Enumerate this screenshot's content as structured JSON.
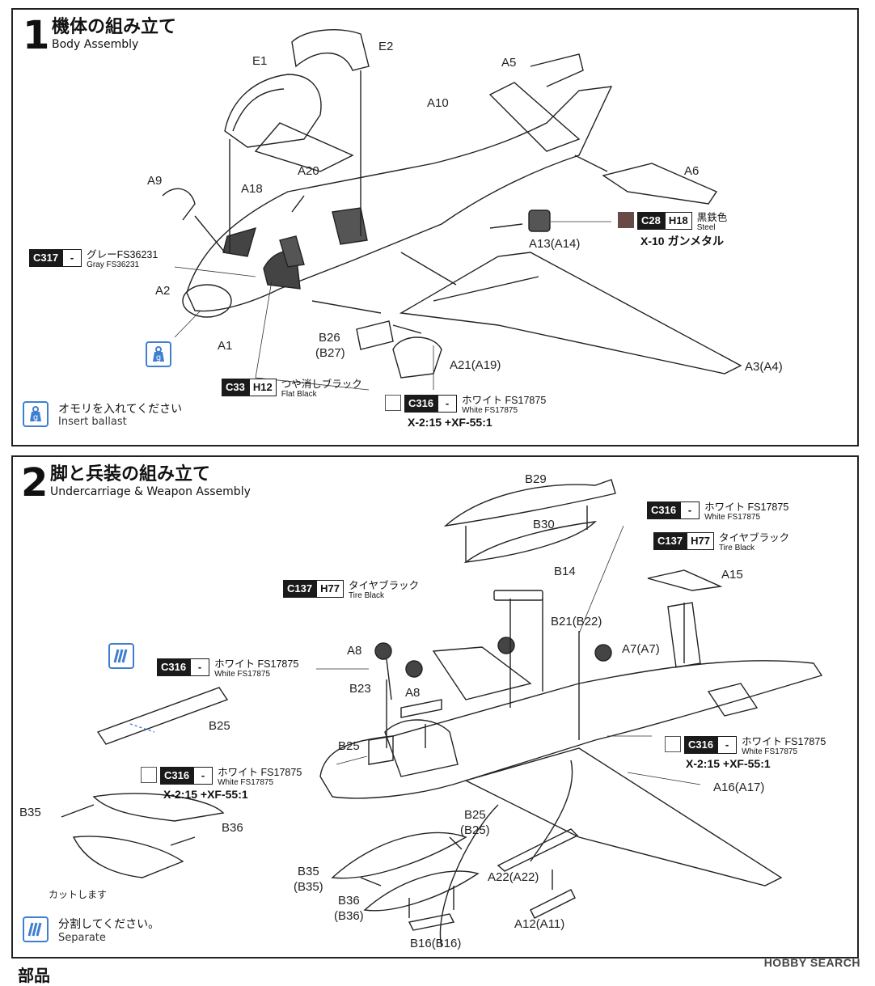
{
  "step1": {
    "number": "1",
    "title_jp": "機体の組み立て",
    "title_en": "Body Assembly",
    "parts": {
      "E1": "E1",
      "E2": "E2",
      "A5": "A5",
      "A10": "A10",
      "A20": "A20",
      "A18": "A18",
      "A9": "A9",
      "A6": "A6",
      "A13": "A13(A14)",
      "A2": "A2",
      "A1": "A1",
      "B26": "B26",
      "B27": "(B27)",
      "A21": "A21(A19)",
      "A3": "A3(A4)"
    },
    "paints": [
      {
        "code": "C317",
        "code2": "-",
        "name_jp": "グレーFS36231",
        "name_en": "Gray FS36231",
        "swatch": "#c8c9c4"
      },
      {
        "code": "C28",
        "code2": "H18",
        "name_jp": "黒鉄色",
        "name_en": "Steel",
        "swatch": "#6b4a46",
        "mix": "X-10 ガンメタル"
      },
      {
        "code": "C33",
        "code2": "H12",
        "name_jp": "つや消しブラック",
        "name_en": "Flat Black",
        "swatch": "#222222"
      },
      {
        "code": "C316",
        "code2": "-",
        "name_jp": "ホワイト FS17875",
        "name_en": "White FS17875",
        "swatch": "#ffffff",
        "mix": "X-2:15 +XF-55:1"
      }
    ],
    "note_jp": "オモリを入れてください",
    "note_en": "Insert ballast",
    "ballast_glyph": "g"
  },
  "step2": {
    "number": "2",
    "title_jp": "脚と兵装の組み立て",
    "title_en": "Undercarriage & Weapon Assembly",
    "parts": {
      "B29": "B29",
      "B30": "B30",
      "B14": "B14",
      "A15": "A15",
      "B21": "B21(B22)",
      "A7": "A7(A7)",
      "A8a": "A8",
      "A8b": "A8",
      "B23": "B23",
      "B25a": "B25",
      "B25b": "B25",
      "B25c": "B25",
      "B25d": "(B25)",
      "A16": "A16(A17)",
      "B35a": "B35",
      "B36a": "B36",
      "B35b": "B35",
      "B35c": "(B35)",
      "B36b": "B36",
      "B36c": "(B36)",
      "A22": "A22(A22)",
      "A12": "A12(A11)",
      "B16": "B16(B16)"
    },
    "paints": [
      {
        "code": "C316",
        "code2": "-",
        "name_jp": "ホワイト FS17875",
        "name_en": "White FS17875"
      },
      {
        "code": "C137",
        "code2": "H77",
        "name_jp": "タイヤブラック",
        "name_en": "Tire Black"
      },
      {
        "code": "C137",
        "code2": "H77",
        "name_jp": "タイヤブラック",
        "name_en": "Tire Black"
      },
      {
        "code": "C316",
        "code2": "-",
        "name_jp": "ホワイト FS17875",
        "name_en": "White FS17875"
      },
      {
        "code": "C316",
        "code2": "-",
        "name_jp": "ホワイト FS17875",
        "name_en": "White FS17875",
        "mix": "X-2:15 +XF-55:1"
      },
      {
        "code": "C316",
        "code2": "-",
        "name_jp": "ホワイト FS17875",
        "name_en": "White FS17875",
        "mix": "X-2:15 +XF-55:1"
      }
    ],
    "cut_jp": "カットします",
    "note_jp": "分割してください。",
    "note_en": "Separate"
  },
  "watermark": "HOBBY SEARCH",
  "next_heading": "部品"
}
